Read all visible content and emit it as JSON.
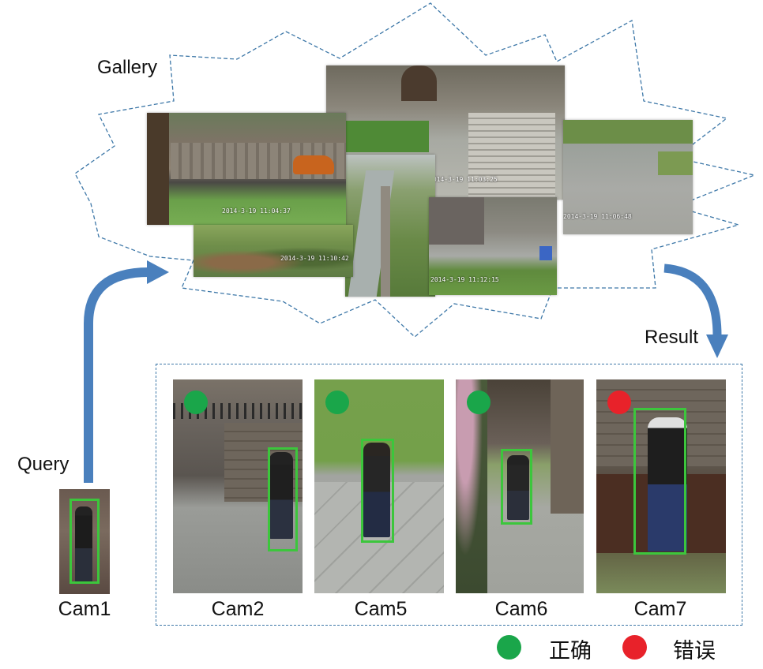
{
  "labels": {
    "gallery": "Gallery",
    "query": "Query",
    "result": "Result"
  },
  "gallery_timestamps": [
    "2014-3-19  11:04:37",
    "2014-3-19  11:10:42",
    "2014-3-19  11:03:25",
    "2014-3-19  11:12:15",
    "2014-3-19  11:06:48"
  ],
  "query_camera": "Cam1",
  "results": [
    {
      "camera": "Cam2",
      "status": "correct"
    },
    {
      "camera": "Cam5",
      "status": "correct"
    },
    {
      "camera": "Cam6",
      "status": "correct"
    },
    {
      "camera": "Cam7",
      "status": "wrong"
    }
  ],
  "legend": {
    "correct_label": "正确",
    "wrong_label": "错误",
    "correct_color": "#1aa64a",
    "wrong_color": "#e8222a"
  },
  "colors": {
    "arrow": "#4a80bd",
    "outline": "#3e78a8",
    "bbox": "#3cc63c"
  }
}
